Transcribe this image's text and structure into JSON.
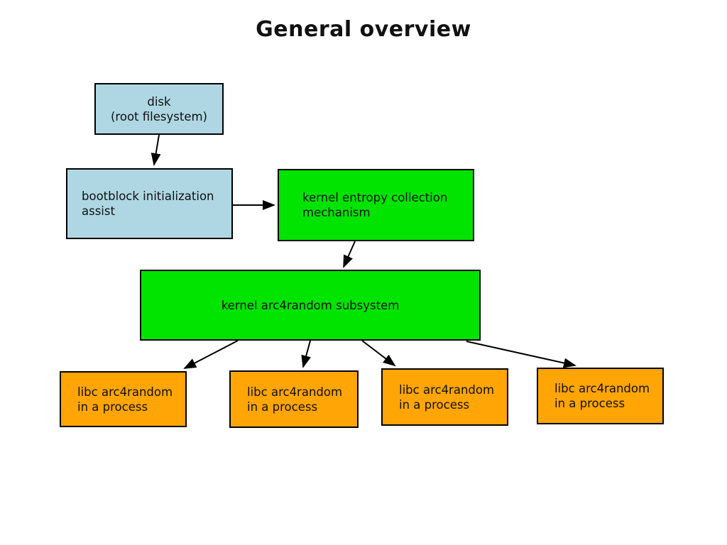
{
  "title": "General overview",
  "colors": {
    "background": "#ffffff",
    "box_blue": "#aed7e3",
    "box_green": "#00e400",
    "box_orange": "#ffa505",
    "border": "#000000",
    "text": "#111111"
  },
  "nodes": {
    "disk": {
      "label": "disk\n(root filesystem)"
    },
    "bootblock": {
      "label": "bootblock initialization\nassist"
    },
    "entropy": {
      "label": "kernel entropy collection\nmechanism"
    },
    "subsystem": {
      "label": "kernel arc4random subsystem"
    },
    "libc1": {
      "label": "libc arc4random\nin a process"
    },
    "libc2": {
      "label": "libc arc4random\nin a process"
    },
    "libc3": {
      "label": "libc arc4random\nin a process"
    },
    "libc4": {
      "label": "libc arc4random\nin a process"
    }
  },
  "edges": [
    {
      "from": "disk",
      "to": "bootblock"
    },
    {
      "from": "bootblock",
      "to": "entropy"
    },
    {
      "from": "entropy",
      "to": "subsystem"
    },
    {
      "from": "subsystem",
      "to": "libc1"
    },
    {
      "from": "subsystem",
      "to": "libc2"
    },
    {
      "from": "subsystem",
      "to": "libc3"
    },
    {
      "from": "subsystem",
      "to": "libc4"
    }
  ]
}
